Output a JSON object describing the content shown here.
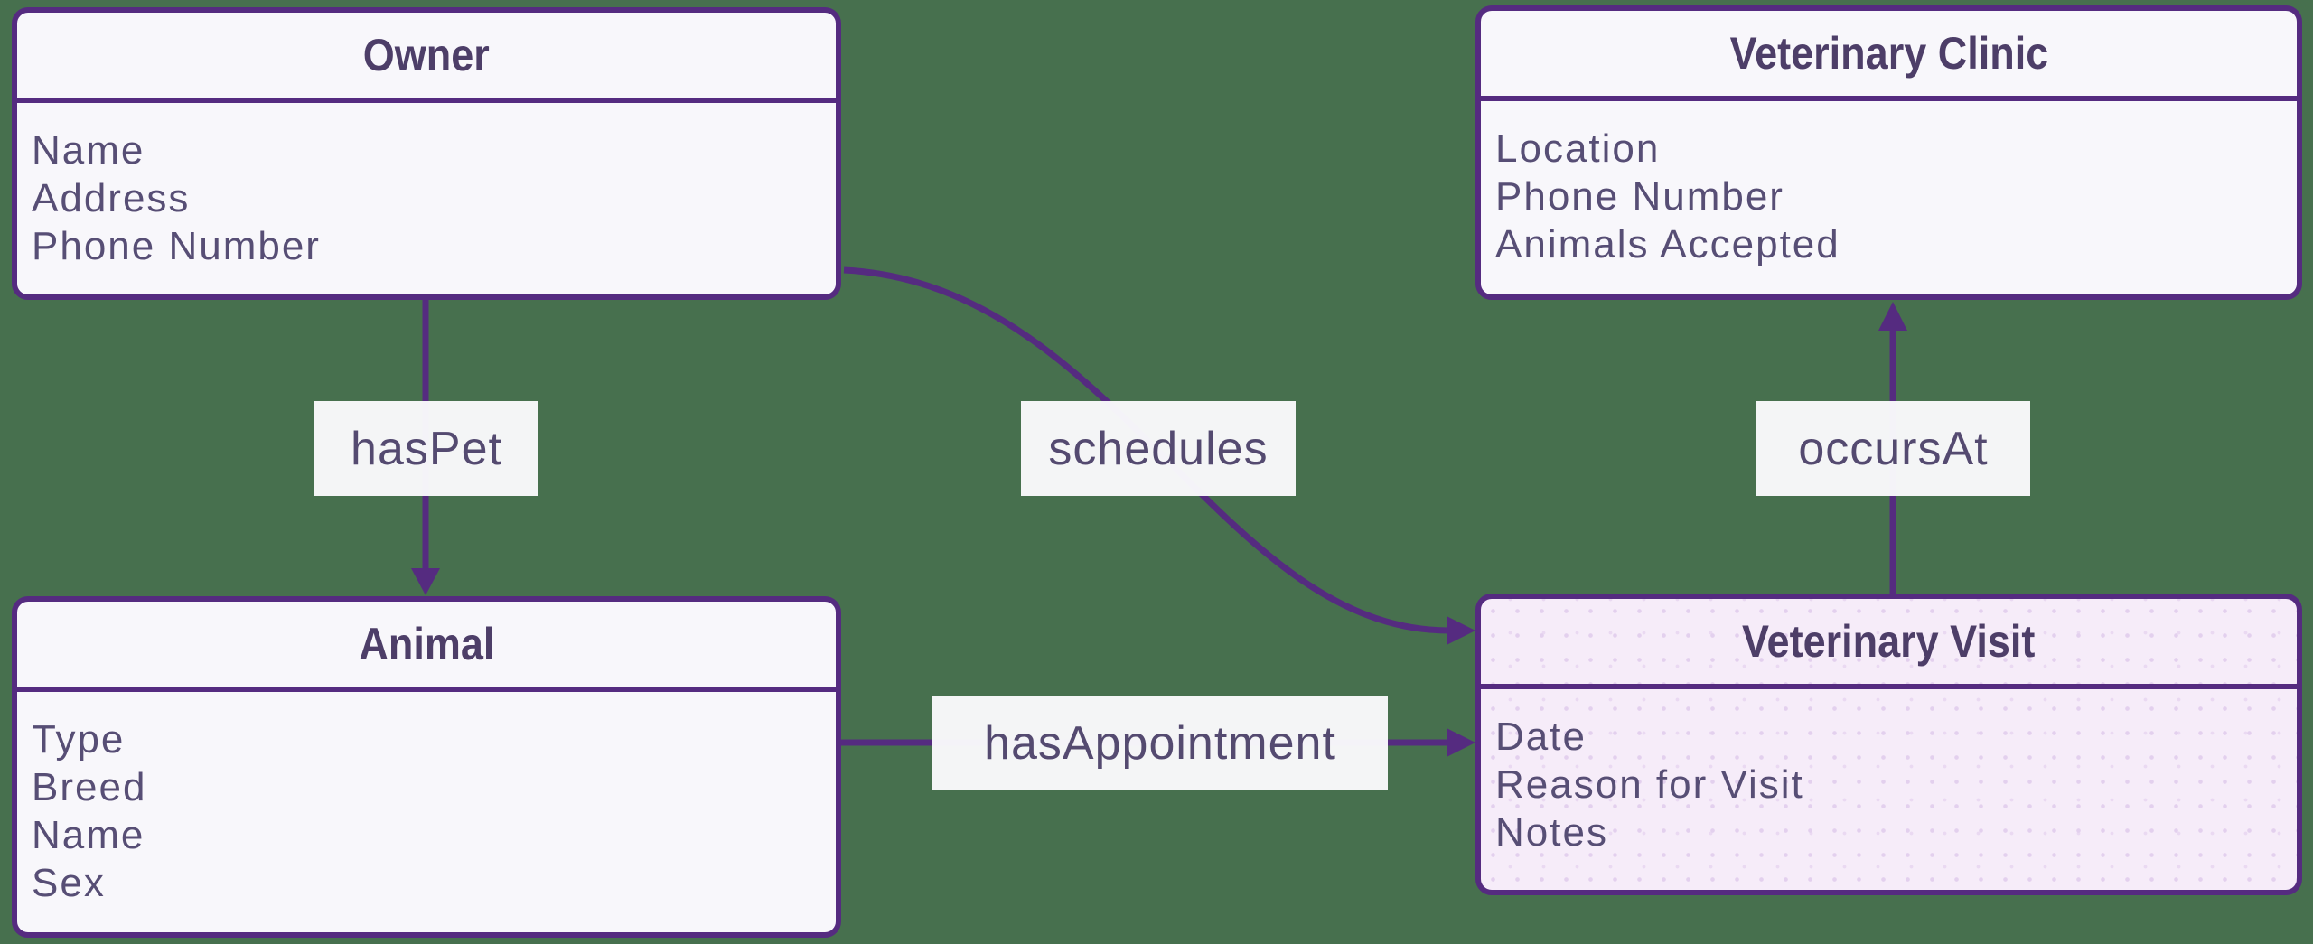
{
  "diagram": {
    "background_color": "#47704e",
    "accent_color": "#552b80",
    "entity_fill": "#f8f7fb",
    "highlight_fill": "#f6ecf9",
    "title_color": "#4d3e68",
    "attribute_color": "#574e75",
    "relation_label_color": "#544a70",
    "entities": [
      {
        "id": "owner",
        "title": "Owner",
        "attributes": [
          "Name",
          "Address",
          "Phone Number"
        ],
        "highlighted": false
      },
      {
        "id": "veterinary-clinic",
        "title": "Veterinary Clinic",
        "attributes": [
          "Location",
          "Phone Number",
          "Animals Accepted"
        ],
        "highlighted": false
      },
      {
        "id": "animal",
        "title": "Animal",
        "attributes": [
          "Type",
          "Breed",
          "Name",
          "Sex"
        ],
        "highlighted": false
      },
      {
        "id": "veterinary-visit",
        "title": "Veterinary Visit",
        "attributes": [
          "Date",
          "Reason for Visit",
          "Notes"
        ],
        "highlighted": true
      }
    ],
    "relations": [
      {
        "label": "hasPet",
        "from": "Owner",
        "to": "Animal",
        "direction": "down"
      },
      {
        "label": "schedules",
        "from": "Owner",
        "to": "Veterinary Visit",
        "direction": "curved-right-down"
      },
      {
        "label": "hasAppointment",
        "from": "Animal",
        "to": "Veterinary Visit",
        "direction": "right"
      },
      {
        "label": "occursAt",
        "from": "Veterinary Visit",
        "to": "Veterinary Clinic",
        "direction": "up"
      }
    ]
  }
}
